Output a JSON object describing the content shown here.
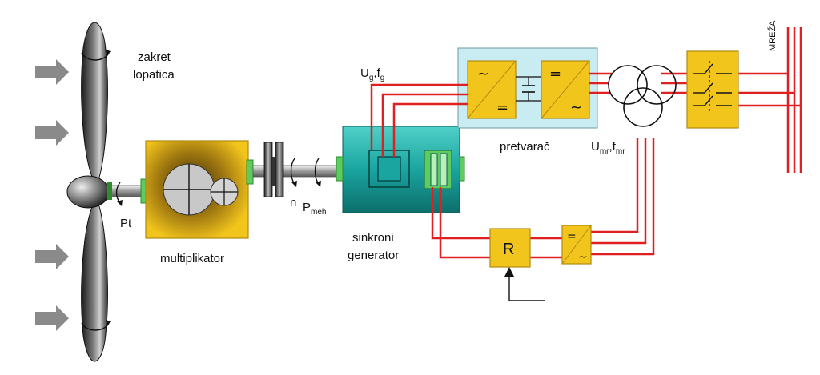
{
  "labels": {
    "blade_pitch_line1": "zakret",
    "blade_pitch_line2": "lopatica",
    "torque": "Pt",
    "gearbox": "multiplikator",
    "speed": "n",
    "mech_power_main": "P",
    "mech_power_sub": "meh",
    "generator_line1": "sinkroni",
    "generator_line2": "generator",
    "gen_voltage_U": "U",
    "gen_voltage_g1": "g",
    "gen_voltage_f": ",f",
    "gen_voltage_g2": "g",
    "converter": "pretvarač",
    "grid_voltage_U": "U",
    "grid_voltage_mr1": "mr",
    "grid_voltage_f": ",f",
    "grid_voltage_mr2": "mr",
    "regulator": "R",
    "grid": "MREŽA",
    "ac_symbol": "~",
    "dc_symbol": "="
  },
  "colors": {
    "wire": "#e02020",
    "block_fill": "#f2c51c",
    "block_stroke": "#b08a10",
    "generator": "#1aa5a0",
    "converter_panel": "#c9ecf2",
    "arrow": "#8a8a8a"
  }
}
